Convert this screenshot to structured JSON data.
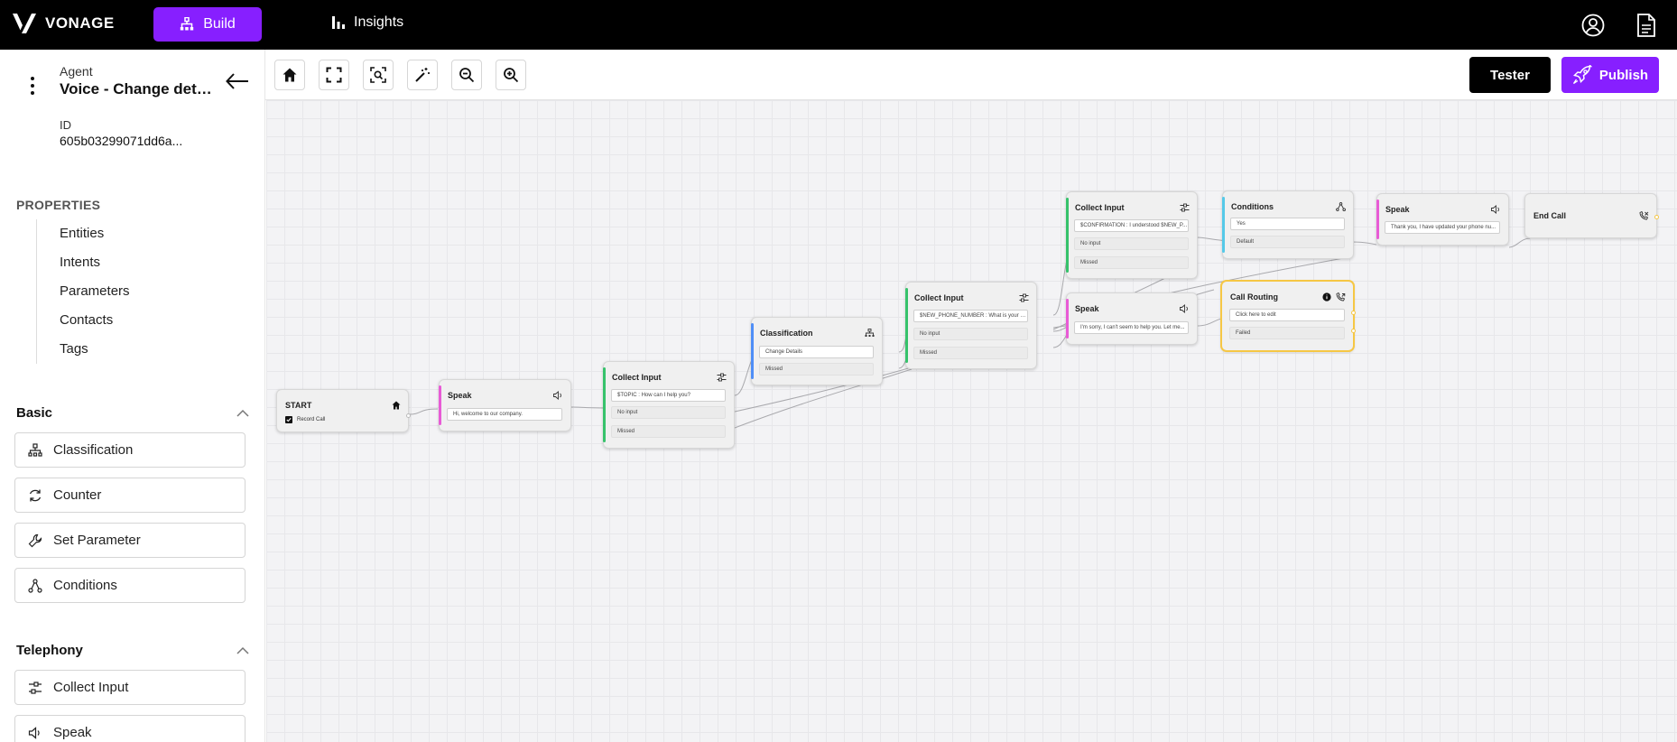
{
  "topbar": {
    "brand": "VONAGE",
    "nav_build": "Build",
    "nav_insights": "Insights",
    "accent_color": "#871fff"
  },
  "agent": {
    "kind_label": "Agent",
    "name": "Voice - Change deta...",
    "id_label": "ID",
    "id_value": "605b03299071dd6a..."
  },
  "properties": {
    "title": "PROPERTIES",
    "items": [
      "Entities",
      "Intents",
      "Parameters",
      "Contacts",
      "Tags"
    ]
  },
  "sections": {
    "basic": {
      "title": "Basic",
      "items": [
        "Classification",
        "Counter",
        "Set Parameter",
        "Conditions"
      ]
    },
    "telephony": {
      "title": "Telephony",
      "items": [
        "Collect Input",
        "Speak"
      ]
    }
  },
  "toolbar": {
    "tester_label": "Tester",
    "publish_label": "Publish",
    "icons": [
      "home-icon",
      "fullscreen-icon",
      "fit-view-icon",
      "magic-wand-icon",
      "zoom-out-icon",
      "zoom-in-icon"
    ]
  },
  "flow": {
    "start": {
      "title": "START",
      "checkbox_label": "Record Call"
    },
    "speak1": {
      "title": "Speak",
      "text": "Hi, welcome to our company."
    },
    "collect1": {
      "title": "Collect Input",
      "field": "$TOPIC : How can I help you?",
      "rows": [
        "No input",
        "Missed"
      ]
    },
    "classification": {
      "title": "Classification",
      "field": "Change Details",
      "rows": [
        "Missed"
      ]
    },
    "collect2": {
      "title": "Collect Input",
      "field": "$NEW_PHONE_NUMBER : What is your n...",
      "rows": [
        "No input",
        "Missed"
      ]
    },
    "collect3": {
      "title": "Collect Input",
      "field": "$CONFIRMATION : I understood $NEW_P...",
      "rows": [
        "No input",
        "Missed"
      ]
    },
    "speak2": {
      "title": "Speak",
      "text": "I'm sorry, I can't seem to help you. Let me..."
    },
    "conditions": {
      "title": "Conditions",
      "field": "Yes",
      "rows": [
        "Default"
      ]
    },
    "routing": {
      "title": "Call Routing",
      "field": "Click here to edit",
      "rows": [
        "Failed"
      ]
    },
    "speak3": {
      "title": "Speak",
      "text": "Thank you, I have updated your phone nu..."
    },
    "endcall": {
      "title": "End Call"
    }
  }
}
